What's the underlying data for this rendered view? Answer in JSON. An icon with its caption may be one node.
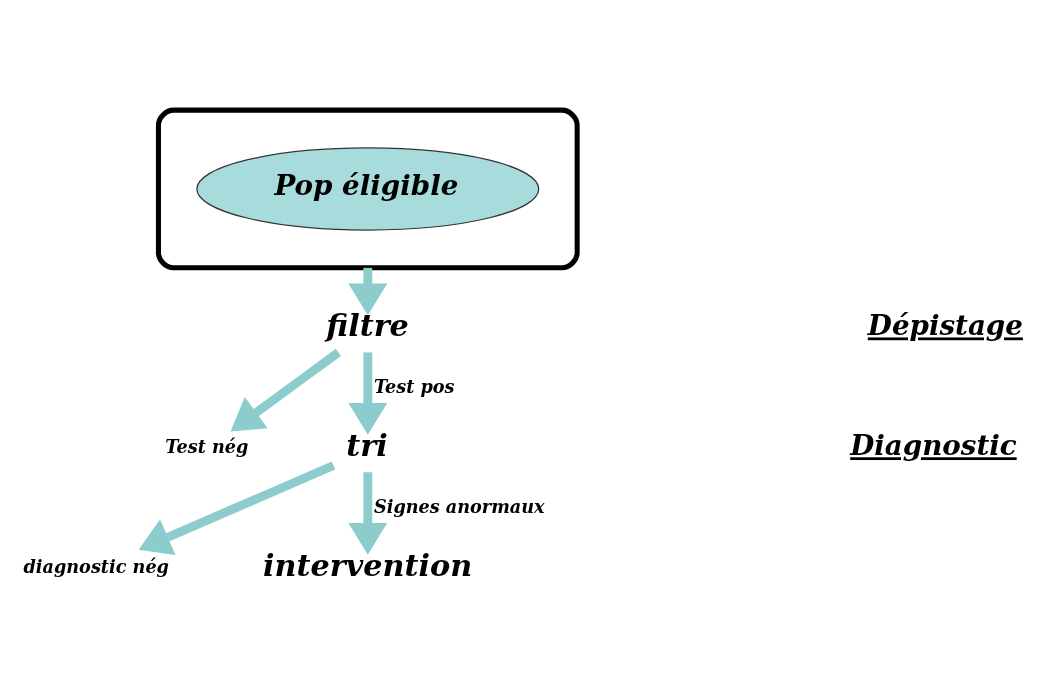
{
  "diagram": {
    "nodes": [
      {
        "text": [],
        "shape": "ellipse"
      },
      {
        "text": [
          "Pop éligible"
        ],
        "in": 0
      },
      {
        "text": [
          "filtre"
        ]
      },
      {
        "text": [
          "Test nég"
        ]
      },
      {
        "text": [
          "tri"
        ]
      },
      {
        "text": [
          "diagnostic nég"
        ]
      },
      {
        "text": [
          "intervention"
        ]
      }
    ],
    "edges": [
      {
        "from": 0,
        "to": 2,
        "arrow": "to"
      },
      {
        "from": 2,
        "to": 3,
        "arrow": "to"
      },
      {
        "from": 2,
        "to": 4,
        "arrow": "to",
        "label": "Test pos"
      },
      {
        "from": 4,
        "to": 5,
        "arrow": "to"
      },
      {
        "from": 4,
        "to": 6,
        "arrow": "to",
        "label": "Signes anormaux"
      }
    ],
    "labels": [
      "Dépistage",
      "Diagnostic"
    ]
  }
}
